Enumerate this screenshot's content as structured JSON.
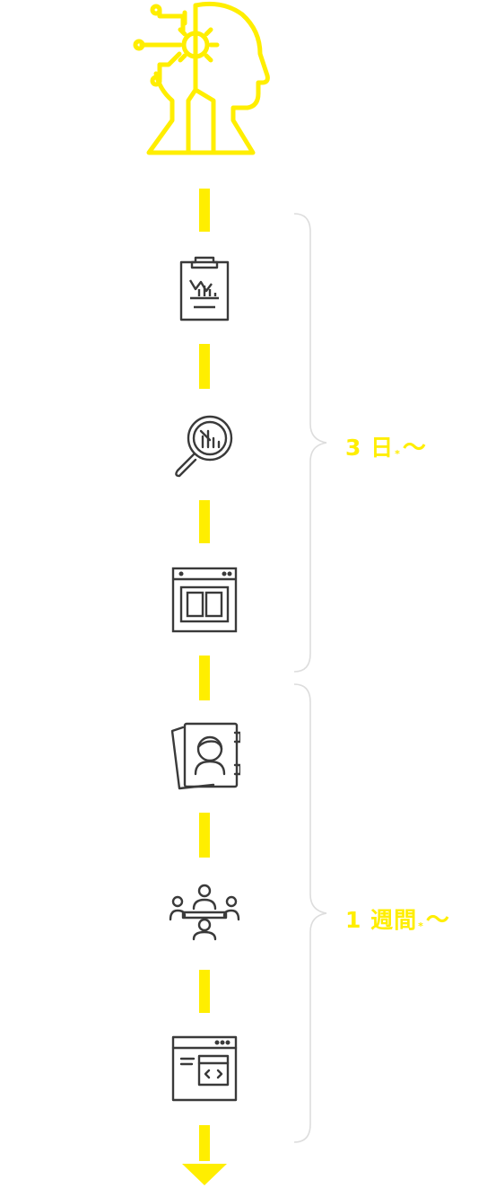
{
  "colors": {
    "accent": "#ffee00",
    "icon_stroke": "#3a3a3a",
    "brace": "#dddddd"
  },
  "header_icon": "ai-brain-gear-icon",
  "steps": [
    {
      "icon": "clipboard-chart-icon"
    },
    {
      "icon": "magnifier-analysis-icon"
    },
    {
      "icon": "wireframe-layout-icon"
    },
    {
      "icon": "persona-profile-cards-icon"
    },
    {
      "icon": "team-meeting-icon"
    },
    {
      "icon": "code-browser-icon"
    }
  ],
  "durations": [
    {
      "number": "3",
      "unit": "日",
      "mark": "*",
      "suffix": "〜"
    },
    {
      "number": "1",
      "unit": "週間",
      "mark": "*",
      "suffix": "〜"
    }
  ]
}
